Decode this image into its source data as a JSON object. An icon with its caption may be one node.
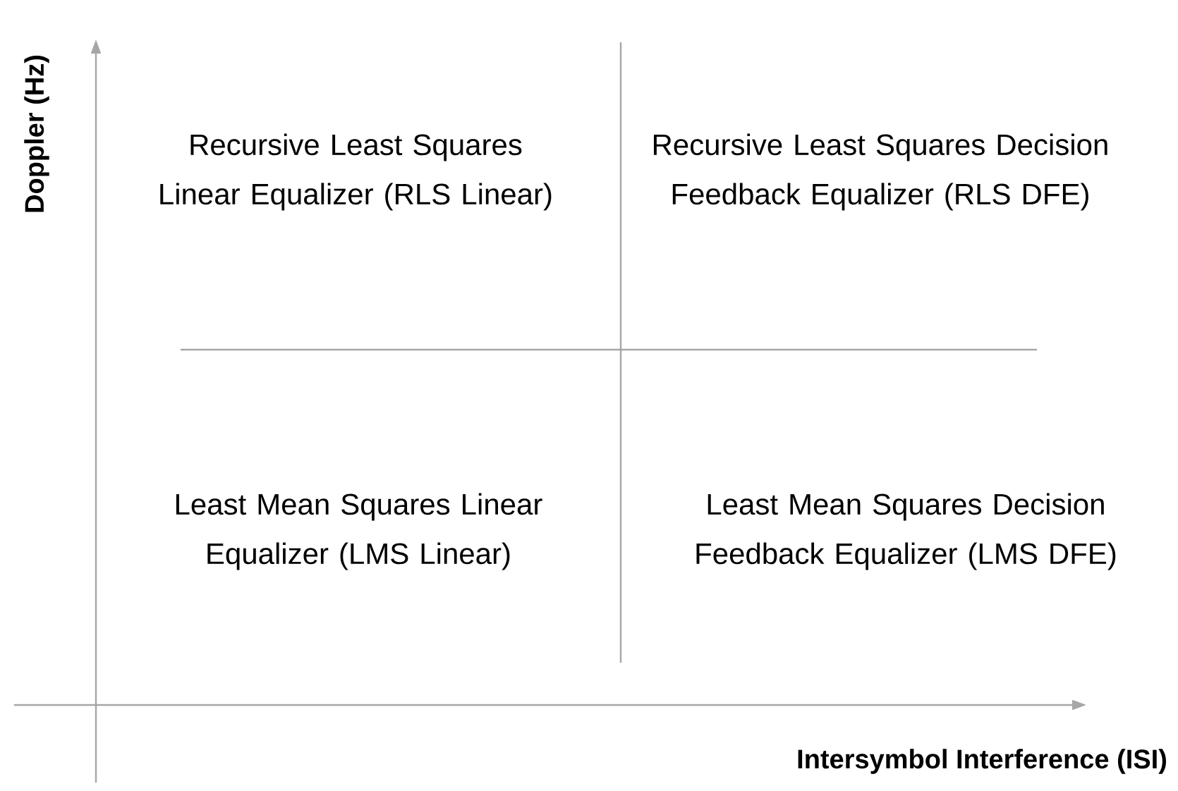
{
  "diagram": {
    "labels": [
      "Doppler (Hz)",
      "Recursive Least Squares Linear Equalizer (RLS Linear)",
      "Recursive Least Squares Decision Feedback Equalizer (RLS DFE)",
      "Least Mean Squares Linear Equalizer (LMS Linear)",
      "Least Mean Squares Decision Feedback Equalizer (LMS DFE)",
      "Intersymbol Interference (ISI)"
    ]
  }
}
